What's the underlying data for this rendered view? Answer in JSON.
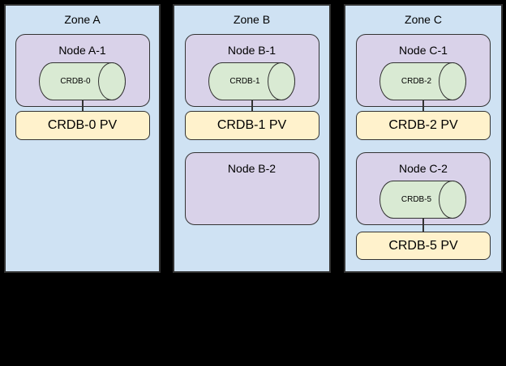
{
  "colors": {
    "background": "#000000",
    "zone_fill": "#cfe2f3",
    "node_fill": "#d9d2e9",
    "cylinder_fill": "#d9ead3",
    "pv_fill": "#fff2cc",
    "border": "#333333",
    "text": "#000000"
  },
  "diagram": {
    "type": "kubernetes-topology-diagram"
  },
  "zones": [
    {
      "label": "Zone A",
      "nodes": [
        {
          "label": "Node A-1",
          "cylinder": "CRDB-0",
          "pv": "CRDB-0 PV"
        }
      ]
    },
    {
      "label": "Zone B",
      "nodes": [
        {
          "label": "Node B-1",
          "cylinder": "CRDB-1",
          "pv": "CRDB-1 PV"
        },
        {
          "label": "Node B-2"
        }
      ]
    },
    {
      "label": "Zone C",
      "nodes": [
        {
          "label": "Node C-1",
          "cylinder": "CRDB-2",
          "pv": "CRDB-2 PV"
        },
        {
          "label": "Node C-2",
          "cylinder": "CRDB-5",
          "pv": "CRDB-5 PV"
        }
      ]
    }
  ]
}
